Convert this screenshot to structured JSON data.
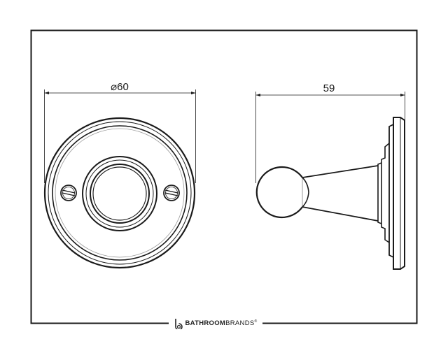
{
  "drawing": {
    "front_view": {
      "dimension_label": "⌀60"
    },
    "side_view": {
      "dimension_label": "59"
    }
  },
  "brand": {
    "name_bold": "BATHROOM",
    "name_regular": "BRANDS",
    "registered_mark": "®",
    "logo_icon": "b-logo-icon"
  },
  "colors": {
    "line": "#1a1a1a",
    "light_line": "#9a9a9a",
    "background": "#ffffff"
  }
}
